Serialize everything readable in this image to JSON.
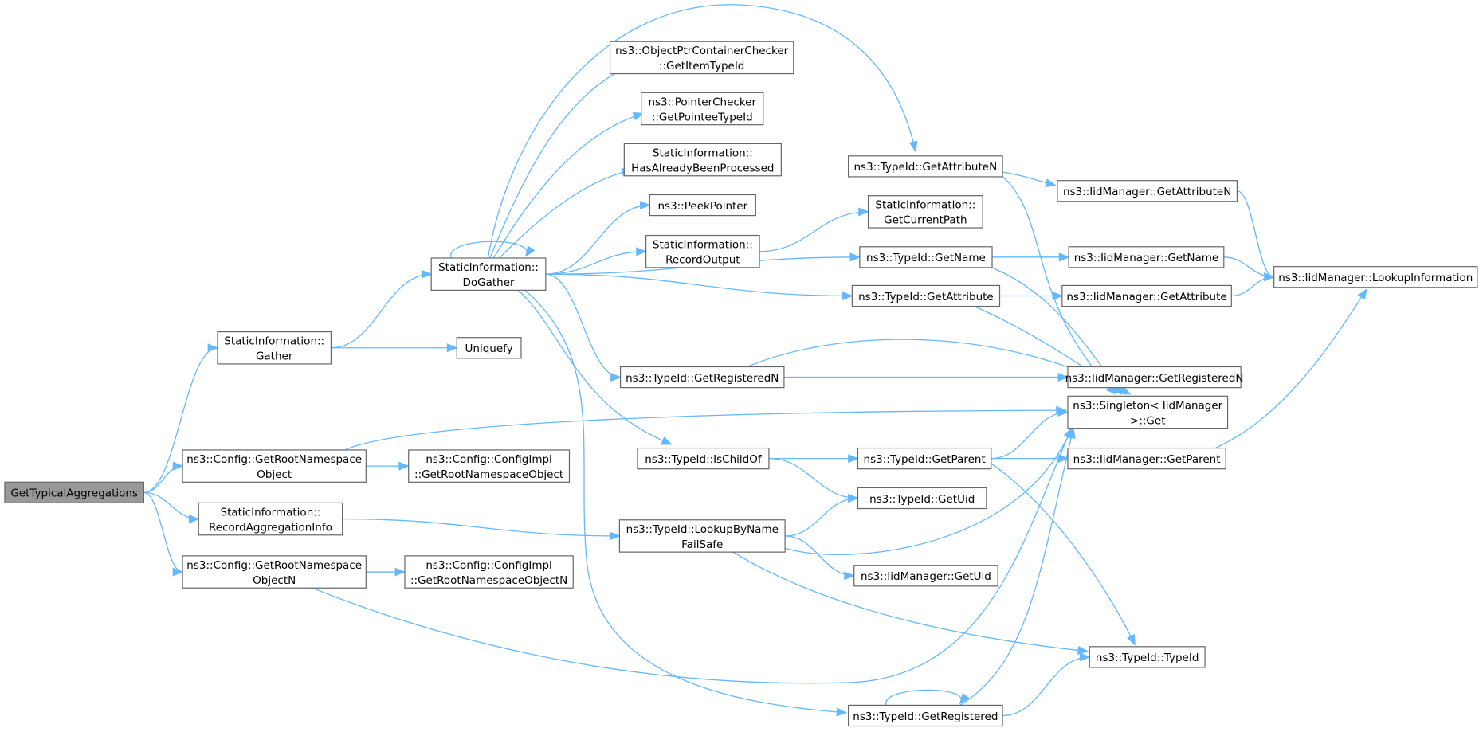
{
  "diagram": {
    "type": "call-graph",
    "nodes": [
      {
        "id": "gta",
        "lines": [
          "GetTypicalAggregations"
        ],
        "root": true
      },
      {
        "id": "gather",
        "lines": [
          "StaticInformation::",
          "Gather"
        ]
      },
      {
        "id": "dogather",
        "lines": [
          "StaticInformation::",
          "DoGather"
        ]
      },
      {
        "id": "uniquefy",
        "lines": [
          "Uniquefy"
        ]
      },
      {
        "id": "grno",
        "lines": [
          "ns3::Config::GetRootNamespace",
          "Object"
        ]
      },
      {
        "id": "grno_impl",
        "lines": [
          "ns3::Config::ConfigImpl",
          "::GetRootNamespaceObject"
        ]
      },
      {
        "id": "rai",
        "lines": [
          "StaticInformation::",
          "RecordAggregationInfo"
        ]
      },
      {
        "id": "grnon",
        "lines": [
          "ns3::Config::GetRootNamespace",
          "ObjectN"
        ]
      },
      {
        "id": "grnon_impl",
        "lines": [
          "ns3::Config::ConfigImpl",
          "::GetRootNamespaceObjectN"
        ]
      },
      {
        "id": "optrcc",
        "lines": [
          "ns3::ObjectPtrContainerChecker",
          "::GetItemTypeId"
        ]
      },
      {
        "id": "pchk",
        "lines": [
          "ns3::PointerChecker",
          "::GetPointeeTypeId"
        ]
      },
      {
        "id": "habp",
        "lines": [
          "StaticInformation::",
          "HasAlreadyBeenProcessed"
        ]
      },
      {
        "id": "peek",
        "lines": [
          "ns3::PeekPointer"
        ]
      },
      {
        "id": "recout",
        "lines": [
          "StaticInformation::",
          "RecordOutput"
        ]
      },
      {
        "id": "gcp",
        "lines": [
          "StaticInformation::",
          "GetCurrentPath"
        ]
      },
      {
        "id": "tgan",
        "lines": [
          "ns3::TypeId::GetAttributeN"
        ]
      },
      {
        "id": "tgname",
        "lines": [
          "ns3::TypeId::GetName"
        ]
      },
      {
        "id": "tgattr",
        "lines": [
          "ns3::TypeId::GetAttribute"
        ]
      },
      {
        "id": "tgregn",
        "lines": [
          "ns3::TypeId::GetRegisteredN"
        ]
      },
      {
        "id": "tischild",
        "lines": [
          "ns3::TypeId::IsChildOf"
        ]
      },
      {
        "id": "tlookup",
        "lines": [
          "ns3::TypeId::LookupByName",
          "FailSafe"
        ]
      },
      {
        "id": "tgreg",
        "lines": [
          "ns3::TypeId::GetRegistered"
        ]
      },
      {
        "id": "tgparent",
        "lines": [
          "ns3::TypeId::GetParent"
        ]
      },
      {
        "id": "tguid",
        "lines": [
          "ns3::TypeId::GetUid"
        ]
      },
      {
        "id": "mgan",
        "lines": [
          "ns3::IidManager::GetAttributeN"
        ]
      },
      {
        "id": "mgname",
        "lines": [
          "ns3::IidManager::GetName"
        ]
      },
      {
        "id": "mgattr",
        "lines": [
          "ns3::IidManager::GetAttribute"
        ]
      },
      {
        "id": "mgregn",
        "lines": [
          "ns3::IidManager::GetRegisteredN"
        ]
      },
      {
        "id": "singleton",
        "lines": [
          "ns3::Singleton< IidManager",
          ">::Get"
        ]
      },
      {
        "id": "mgparent",
        "lines": [
          "ns3::IidManager::GetParent"
        ]
      },
      {
        "id": "mguid",
        "lines": [
          "ns3::IidManager::GetUid"
        ]
      },
      {
        "id": "lookupinfo",
        "lines": [
          "ns3::IidManager::LookupInformation"
        ]
      },
      {
        "id": "typeid",
        "lines": [
          "ns3::TypeId::TypeId"
        ]
      }
    ],
    "edges": [
      {
        "from": "gta",
        "to": "gather"
      },
      {
        "from": "gta",
        "to": "grno"
      },
      {
        "from": "gta",
        "to": "rai"
      },
      {
        "from": "gta",
        "to": "grnon"
      },
      {
        "from": "gather",
        "to": "dogather"
      },
      {
        "from": "gather",
        "to": "uniquefy"
      },
      {
        "from": "dogather",
        "to": "dogather"
      },
      {
        "from": "dogather",
        "to": "tgan"
      },
      {
        "from": "dogather",
        "to": "optrcc"
      },
      {
        "from": "dogather",
        "to": "pchk"
      },
      {
        "from": "dogather",
        "to": "habp"
      },
      {
        "from": "dogather",
        "to": "peek"
      },
      {
        "from": "dogather",
        "to": "recout"
      },
      {
        "from": "dogather",
        "to": "tgname"
      },
      {
        "from": "dogather",
        "to": "tgattr"
      },
      {
        "from": "dogather",
        "to": "tgregn"
      },
      {
        "from": "dogather",
        "to": "tischild"
      },
      {
        "from": "dogather",
        "to": "tgreg"
      },
      {
        "from": "recout",
        "to": "gcp"
      },
      {
        "from": "tgan",
        "to": "mgan"
      },
      {
        "from": "tgan",
        "to": "singleton"
      },
      {
        "from": "tgname",
        "to": "mgname"
      },
      {
        "from": "tgname",
        "to": "singleton"
      },
      {
        "from": "tgattr",
        "to": "mgattr"
      },
      {
        "from": "tgattr",
        "to": "singleton"
      },
      {
        "from": "tgregn",
        "to": "mgregn"
      },
      {
        "from": "tgregn",
        "to": "singleton"
      },
      {
        "from": "mgan",
        "to": "lookupinfo"
      },
      {
        "from": "mgname",
        "to": "lookupinfo"
      },
      {
        "from": "mgattr",
        "to": "lookupinfo"
      },
      {
        "from": "mgparent",
        "to": "lookupinfo"
      },
      {
        "from": "grno",
        "to": "grno_impl"
      },
      {
        "from": "grno",
        "to": "singleton"
      },
      {
        "from": "tischild",
        "to": "tgparent"
      },
      {
        "from": "tischild",
        "to": "tguid"
      },
      {
        "from": "tgparent",
        "to": "singleton"
      },
      {
        "from": "tgparent",
        "to": "mgparent"
      },
      {
        "from": "tgparent",
        "to": "typeid"
      },
      {
        "from": "rai",
        "to": "tlookup"
      },
      {
        "from": "tlookup",
        "to": "tguid"
      },
      {
        "from": "tlookup",
        "to": "singleton"
      },
      {
        "from": "tlookup",
        "to": "mguid"
      },
      {
        "from": "tlookup",
        "to": "typeid"
      },
      {
        "from": "grnon",
        "to": "grnon_impl"
      },
      {
        "from": "grnon",
        "to": "singleton"
      },
      {
        "from": "tgreg",
        "to": "tgreg"
      },
      {
        "from": "tgreg",
        "to": "singleton"
      },
      {
        "from": "tgreg",
        "to": "typeid"
      }
    ],
    "colors": {
      "edge": "#63b8ff",
      "node_border": "#666666",
      "node_fill": "#ffffff",
      "root_fill": "#999999",
      "text": "#000000"
    }
  }
}
